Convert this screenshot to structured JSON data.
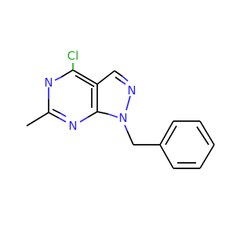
{
  "molecule": {
    "atoms": {
      "chlorine": "Cl",
      "n_pyrimidine_top": "N",
      "n_pyrimidine_bottom": "N",
      "n_pyrazole_2": "N",
      "n_pyrazole_1": "N"
    },
    "colors": {
      "carbon_bond": "#000000",
      "nitrogen": "#2b22ff",
      "chlorine": "#20b020",
      "background": "#ffffff"
    }
  }
}
